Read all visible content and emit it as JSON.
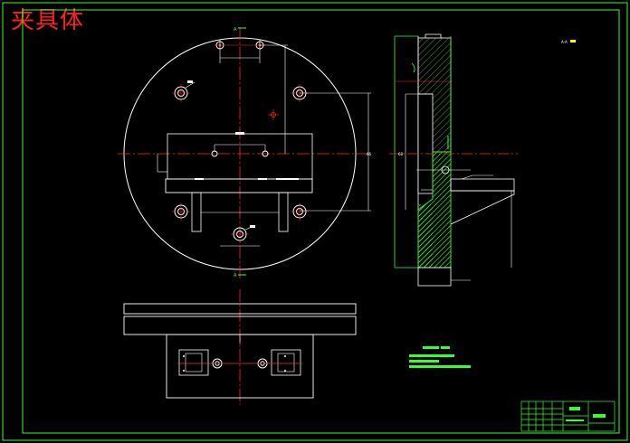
{
  "title": "夹具体",
  "colors": {
    "background": "#000000",
    "frame": "#33ff33",
    "outline": "#ffffff",
    "centerline": "#ff2a2a",
    "hatch_green": "#33ff33",
    "hatch_dark": "#3a6a3a",
    "title_red": "#ff2020"
  },
  "views": [
    "front-view",
    "top-view",
    "section-view",
    "title-block",
    "technical-requirements"
  ]
}
